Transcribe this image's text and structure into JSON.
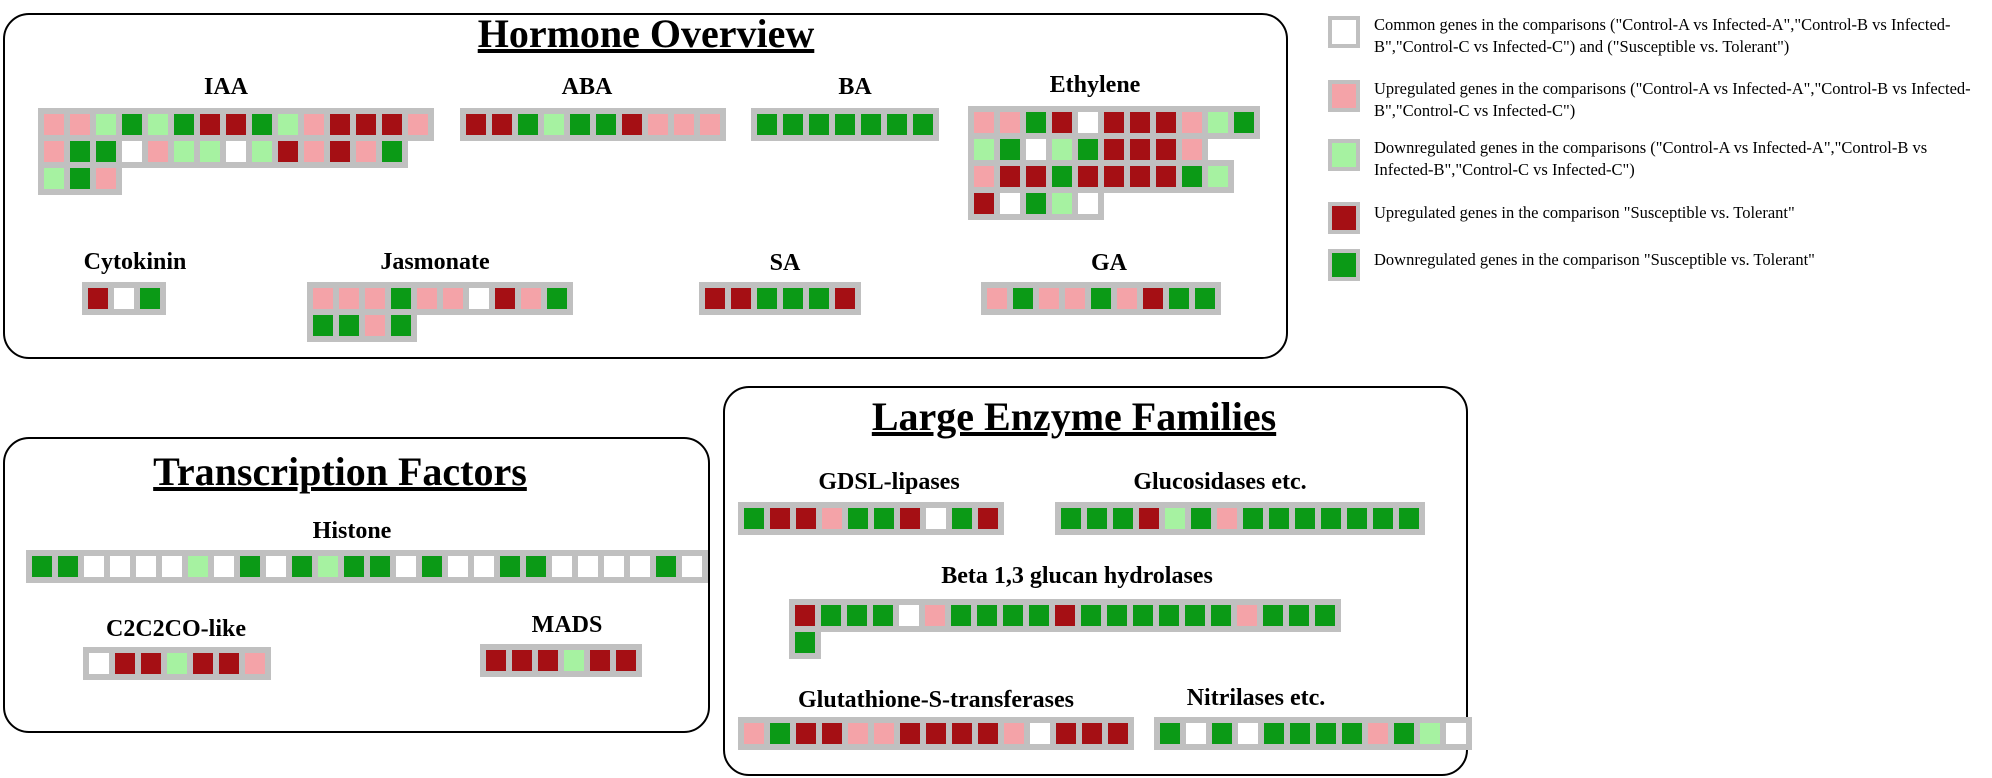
{
  "colors": {
    "W": "#ffffff",
    "P": "#f4a3a8",
    "L": "#a6f2a1",
    "D": "#a50f14",
    "G": "#0b9a16"
  },
  "panels": {
    "hormone": {
      "title": "Hormone Overview"
    },
    "tf": {
      "title": "Transcription Factors"
    },
    "enzyme": {
      "title": "Large Enzyme Families"
    }
  },
  "groups": [
    {
      "label": "IAA",
      "rows": [
        "PPLGLGDDGLPDDDP",
        "PGGWPLLWLDPDPG",
        "LGP"
      ]
    },
    {
      "label": "ABA",
      "rows": [
        "DDGLGGDPPP"
      ]
    },
    {
      "label": "BA",
      "rows": [
        "GGGGGGG"
      ]
    },
    {
      "label": "Ethylene",
      "rows": [
        "PPGDWDDDPLG",
        "LGWLGDDDP",
        "PDDGDDDDGL",
        "DWGLW"
      ]
    },
    {
      "label": "Cytokinin",
      "rows": [
        "DWG"
      ]
    },
    {
      "label": "Jasmonate",
      "rows": [
        "PPPGPPWDPG",
        "GGPG"
      ]
    },
    {
      "label": "SA",
      "rows": [
        "DDGGGD"
      ]
    },
    {
      "label": "GA",
      "rows": [
        "PGPPGPDGG"
      ]
    },
    {
      "label": "Histone",
      "rows": [
        "GGWWWWLWGWGLGGWGWWGGWWWWGW"
      ]
    },
    {
      "label": "C2C2CO-like",
      "rows": [
        "WDDLDDP"
      ]
    },
    {
      "label": "MADS",
      "rows": [
        "DDDLDD"
      ]
    },
    {
      "label": "GDSL-lipases",
      "rows": [
        "GDDPGGDWGD"
      ]
    },
    {
      "label": "Glucosidases etc.",
      "rows": [
        "GGGDLGPGGGGGGG"
      ]
    },
    {
      "label": "Beta 1,3 glucan hydrolases",
      "rows": [
        "DGGGWPGGGGDGGGGGGPGGG",
        "G"
      ]
    },
    {
      "label": "Glutathione-S-transferases",
      "rows": [
        "PGDDPPDDDDPWDDD"
      ]
    },
    {
      "label": "Nitrilases etc.",
      "rows": [
        "GWGWGGGGPGLW"
      ]
    }
  ],
  "legend": [
    {
      "color": "W",
      "text": "Common genes in the comparisons (\"Control-A vs Infected-A\",\"Control-B vs Infected-B\",\"Control-C vs Infected-C\") and (\"Susceptible vs. Tolerant\")"
    },
    {
      "color": "P",
      "text": "Upregulated genes in the comparisons (\"Control-A vs Infected-A\",\"Control-B vs Infected-B\",\"Control-C vs Infected-C\")"
    },
    {
      "color": "L",
      "text": "Downregulated genes in the comparisons (\"Control-A vs Infected-A\",\"Control-B vs Infected-B\",\"Control-C vs Infected-C\")"
    },
    {
      "color": "D",
      "text": "Upregulated genes in the comparison \"Susceptible vs. Tolerant\""
    },
    {
      "color": "G",
      "text": "Downregulated genes in the comparison \"Susceptible vs. Tolerant\""
    }
  ]
}
